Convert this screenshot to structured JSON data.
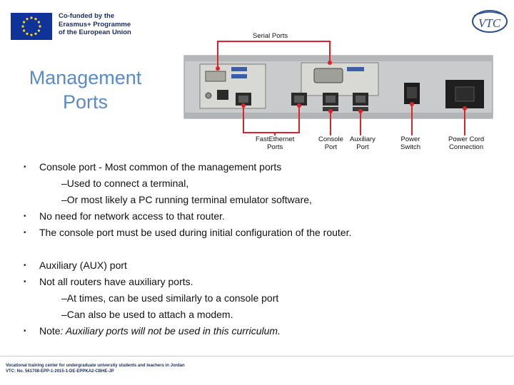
{
  "header": {
    "eu_lines": [
      "Co-funded by the",
      "Erasmus+ Programme",
      "of the European Union"
    ],
    "logo_text": "VTC"
  },
  "title_lines": [
    "Management",
    "Ports"
  ],
  "figure": {
    "top_label": "Serial Ports",
    "bottom_labels": {
      "fast_ethernet": [
        "FastEthernet",
        "Ports"
      ],
      "console": [
        "Console",
        "Port"
      ],
      "auxiliary": [
        "Auxiliary",
        "Port"
      ],
      "power_switch": [
        "Power",
        "Switch"
      ],
      "power_cord": [
        "Power Cord",
        "Connection"
      ]
    },
    "accent_color": "#d9252a"
  },
  "bullets": {
    "b1_bold": "Console port",
    "b1_rest": " - Most common of the management ports",
    "b1_sub1": "–Used to connect a terminal,",
    "b1_sub2": "–Or most likely a PC running terminal emulator software,",
    "b2": "No need for network access to that router.",
    "b3": "The console port must be used during initial configuration of the router.",
    "b4": "Auxiliary (AUX) port",
    "b5": "Not all routers have auxiliary ports.",
    "b5_sub1": "–At times, can be used similarly to a console port",
    "b5_sub2": "–Can also be used to attach a modem.",
    "b6_bold": "Note",
    "b6_rest": ": Auxiliary ports will not be used in this curriculum."
  },
  "footer": {
    "line1": "Vocational training center for undergraduate university students and teachers in Jordan",
    "line2": "VTC: No. 561708-EPP-1-2015-1-DE-EPPKA2-CBHE-JP"
  }
}
